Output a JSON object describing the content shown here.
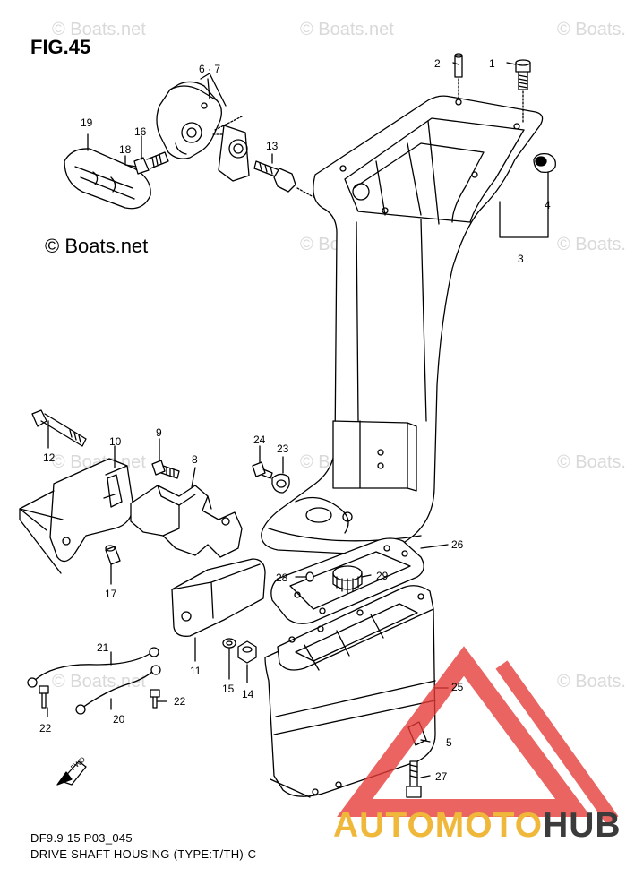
{
  "figure": {
    "title": "FIG.45",
    "watermark": "© Boats.net",
    "watermark_main": "© Boats.net",
    "code": "DF9.9 15 P03_045",
    "caption": "DRIVE SHAFT HOUSING (TYPE:T/TH)-C",
    "fwd_label": "FWD"
  },
  "brand": {
    "part1": "AUTOMOTO",
    "part2": "HUB",
    "colors": {
      "part1": "#f0b83a",
      "part2": "#3b3b3b",
      "logo": "#e53935"
    }
  },
  "callouts": {
    "c1": "1",
    "c2": "2",
    "c3": "3",
    "c4": "4",
    "c5": "5",
    "c67": "6 · 7",
    "c8": "8",
    "c9": "9",
    "c10": "10",
    "c11": "11",
    "c12": "12",
    "c13": "13",
    "c14": "14",
    "c15": "15",
    "c16": "16",
    "c17": "17",
    "c18": "18",
    "c19": "19",
    "c20": "20",
    "c21": "21",
    "c22a": "22",
    "c22b": "22",
    "c23": "23",
    "c24": "24",
    "c25": "25",
    "c26": "26",
    "c27": "27",
    "c28": "28",
    "c29": "29"
  }
}
